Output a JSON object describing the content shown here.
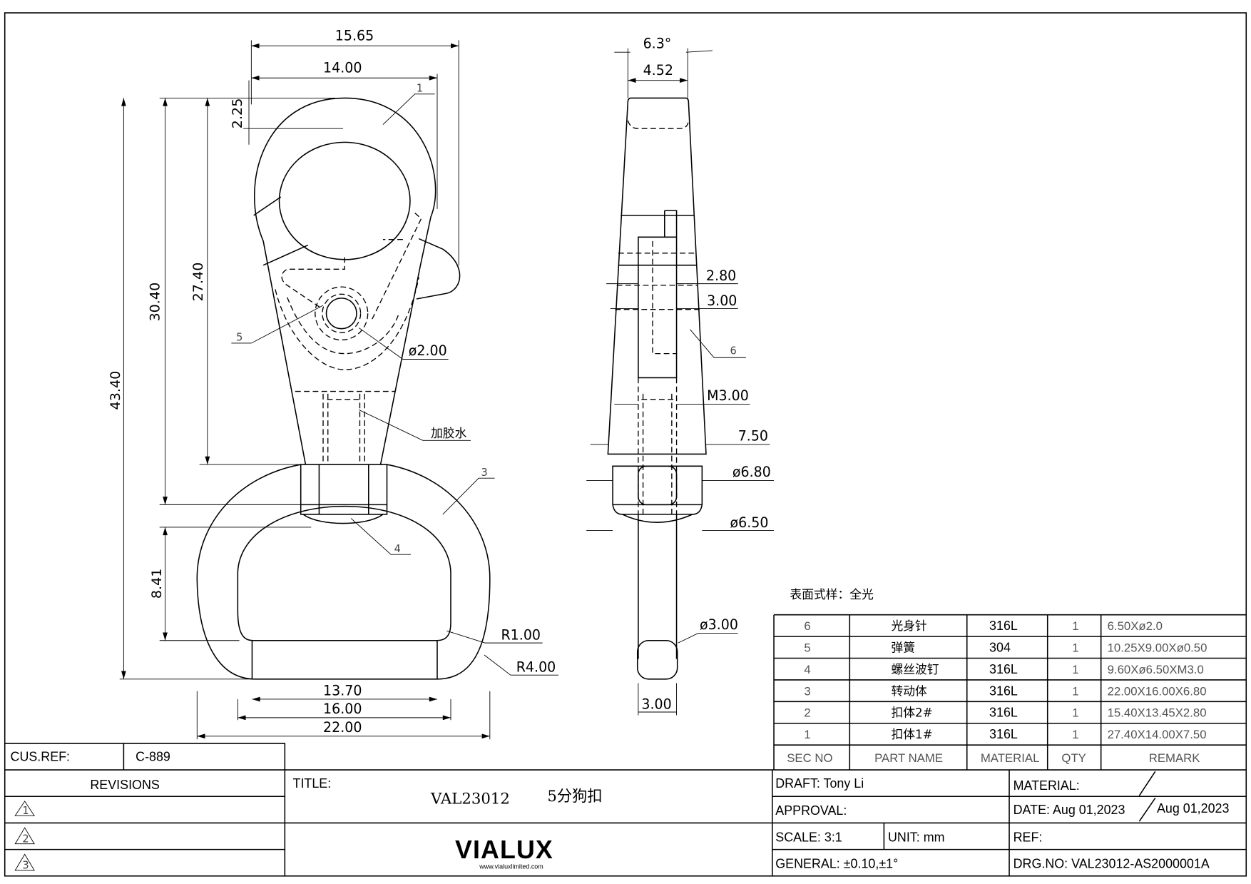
{
  "drawing": {
    "front_dims": {
      "d1565": "15.65",
      "d1400": "14.00",
      "d225": "2.25",
      "d4340": "43.40",
      "d3040": "30.40",
      "d2740": "27.40",
      "d841": "8.41",
      "d1370": "13.70",
      "d1600": "16.00",
      "d2200": "22.00",
      "r100": "R1.00",
      "r400": "R4.00",
      "phi200": "ø2.00"
    },
    "front_labels": {
      "p1": "1",
      "p3": "3",
      "p4": "4",
      "p5": "5",
      "glue": "加胶水"
    },
    "side_dims": {
      "angle": "6.3°",
      "d452": "4.52",
      "d280": "2.80",
      "d300": "3.00",
      "m300": "M3.00",
      "d750": "7.50",
      "phi680": "ø6.80",
      "phi650": "ø6.50",
      "phi300": "ø3.00",
      "d300b": "3.00"
    },
    "side_labels": {
      "p6": "6"
    },
    "finish_note": "表面式样：全光"
  },
  "bom": {
    "headers": [
      "SEC NO",
      "PART NAME",
      "MATERIAL",
      "QTY",
      "REMARK"
    ],
    "rows": [
      [
        "6",
        "光身针",
        "316L",
        "1",
        "6.50Xø2.0"
      ],
      [
        "5",
        "弹簧",
        "304",
        "1",
        "10.25X9.00Xø0.50"
      ],
      [
        "4",
        "螺丝波钉",
        "316L",
        "1",
        "9.60Xø6.50XM3.0"
      ],
      [
        "3",
        "转动体",
        "316L",
        "1",
        "22.00X16.00X6.80"
      ],
      [
        "2",
        "扣体2#",
        "316L",
        "1",
        "15.40X13.45X2.80"
      ],
      [
        "1",
        "扣体1#",
        "316L",
        "1",
        "27.40X14.00X7.50"
      ]
    ]
  },
  "title_block": {
    "cus_ref_label": "CUS.REF:",
    "cus_ref_value": "C-889",
    "revisions_label": "REVISIONS",
    "revisions": [
      "1",
      "2",
      "3"
    ],
    "title_label": "TITLE:",
    "title_code": "VAL23012",
    "title_name": "5分狗扣",
    "logo_text": "VIALUX",
    "logo_url": "www.vialuxlimited.com",
    "draft": "DRAFT:  Tony  Li",
    "approval": "APPROVAL:",
    "scale": "SCALE:   3:1",
    "unit": "UNIT:  mm",
    "general": "GENERAL:   ±0.10,±1°",
    "material": "MATERIAL:",
    "date": "DATE:  Aug  01,2023",
    "date2": "Aug  01,2023",
    "ref": "REF:",
    "drg_no": "DRG.NO:  VAL23012-AS2000001A"
  }
}
